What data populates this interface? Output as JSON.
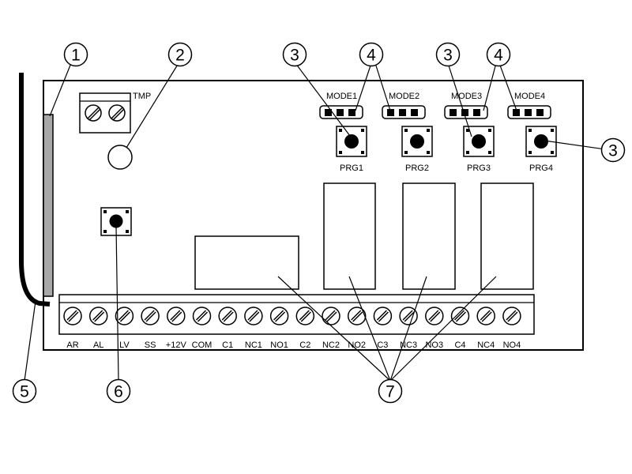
{
  "tmp_label": "TMP",
  "mode_labels": [
    "MODE1",
    "MODE2",
    "MODE3",
    "MODE4"
  ],
  "prg_labels": [
    "PRG1",
    "PRG2",
    "PRG3",
    "PRG4"
  ],
  "terminal_labels": [
    "AR",
    "AL",
    "LV",
    "SS",
    "+12V",
    "COM",
    "C1",
    "NC1",
    "NO1",
    "C2",
    "NC2",
    "NO2",
    "C3",
    "NC3",
    "NO3",
    "C4",
    "NC4",
    "NO4"
  ],
  "callouts": [
    "1",
    "2",
    "3",
    "3",
    "3",
    "4",
    "4",
    "5",
    "6",
    "7"
  ]
}
